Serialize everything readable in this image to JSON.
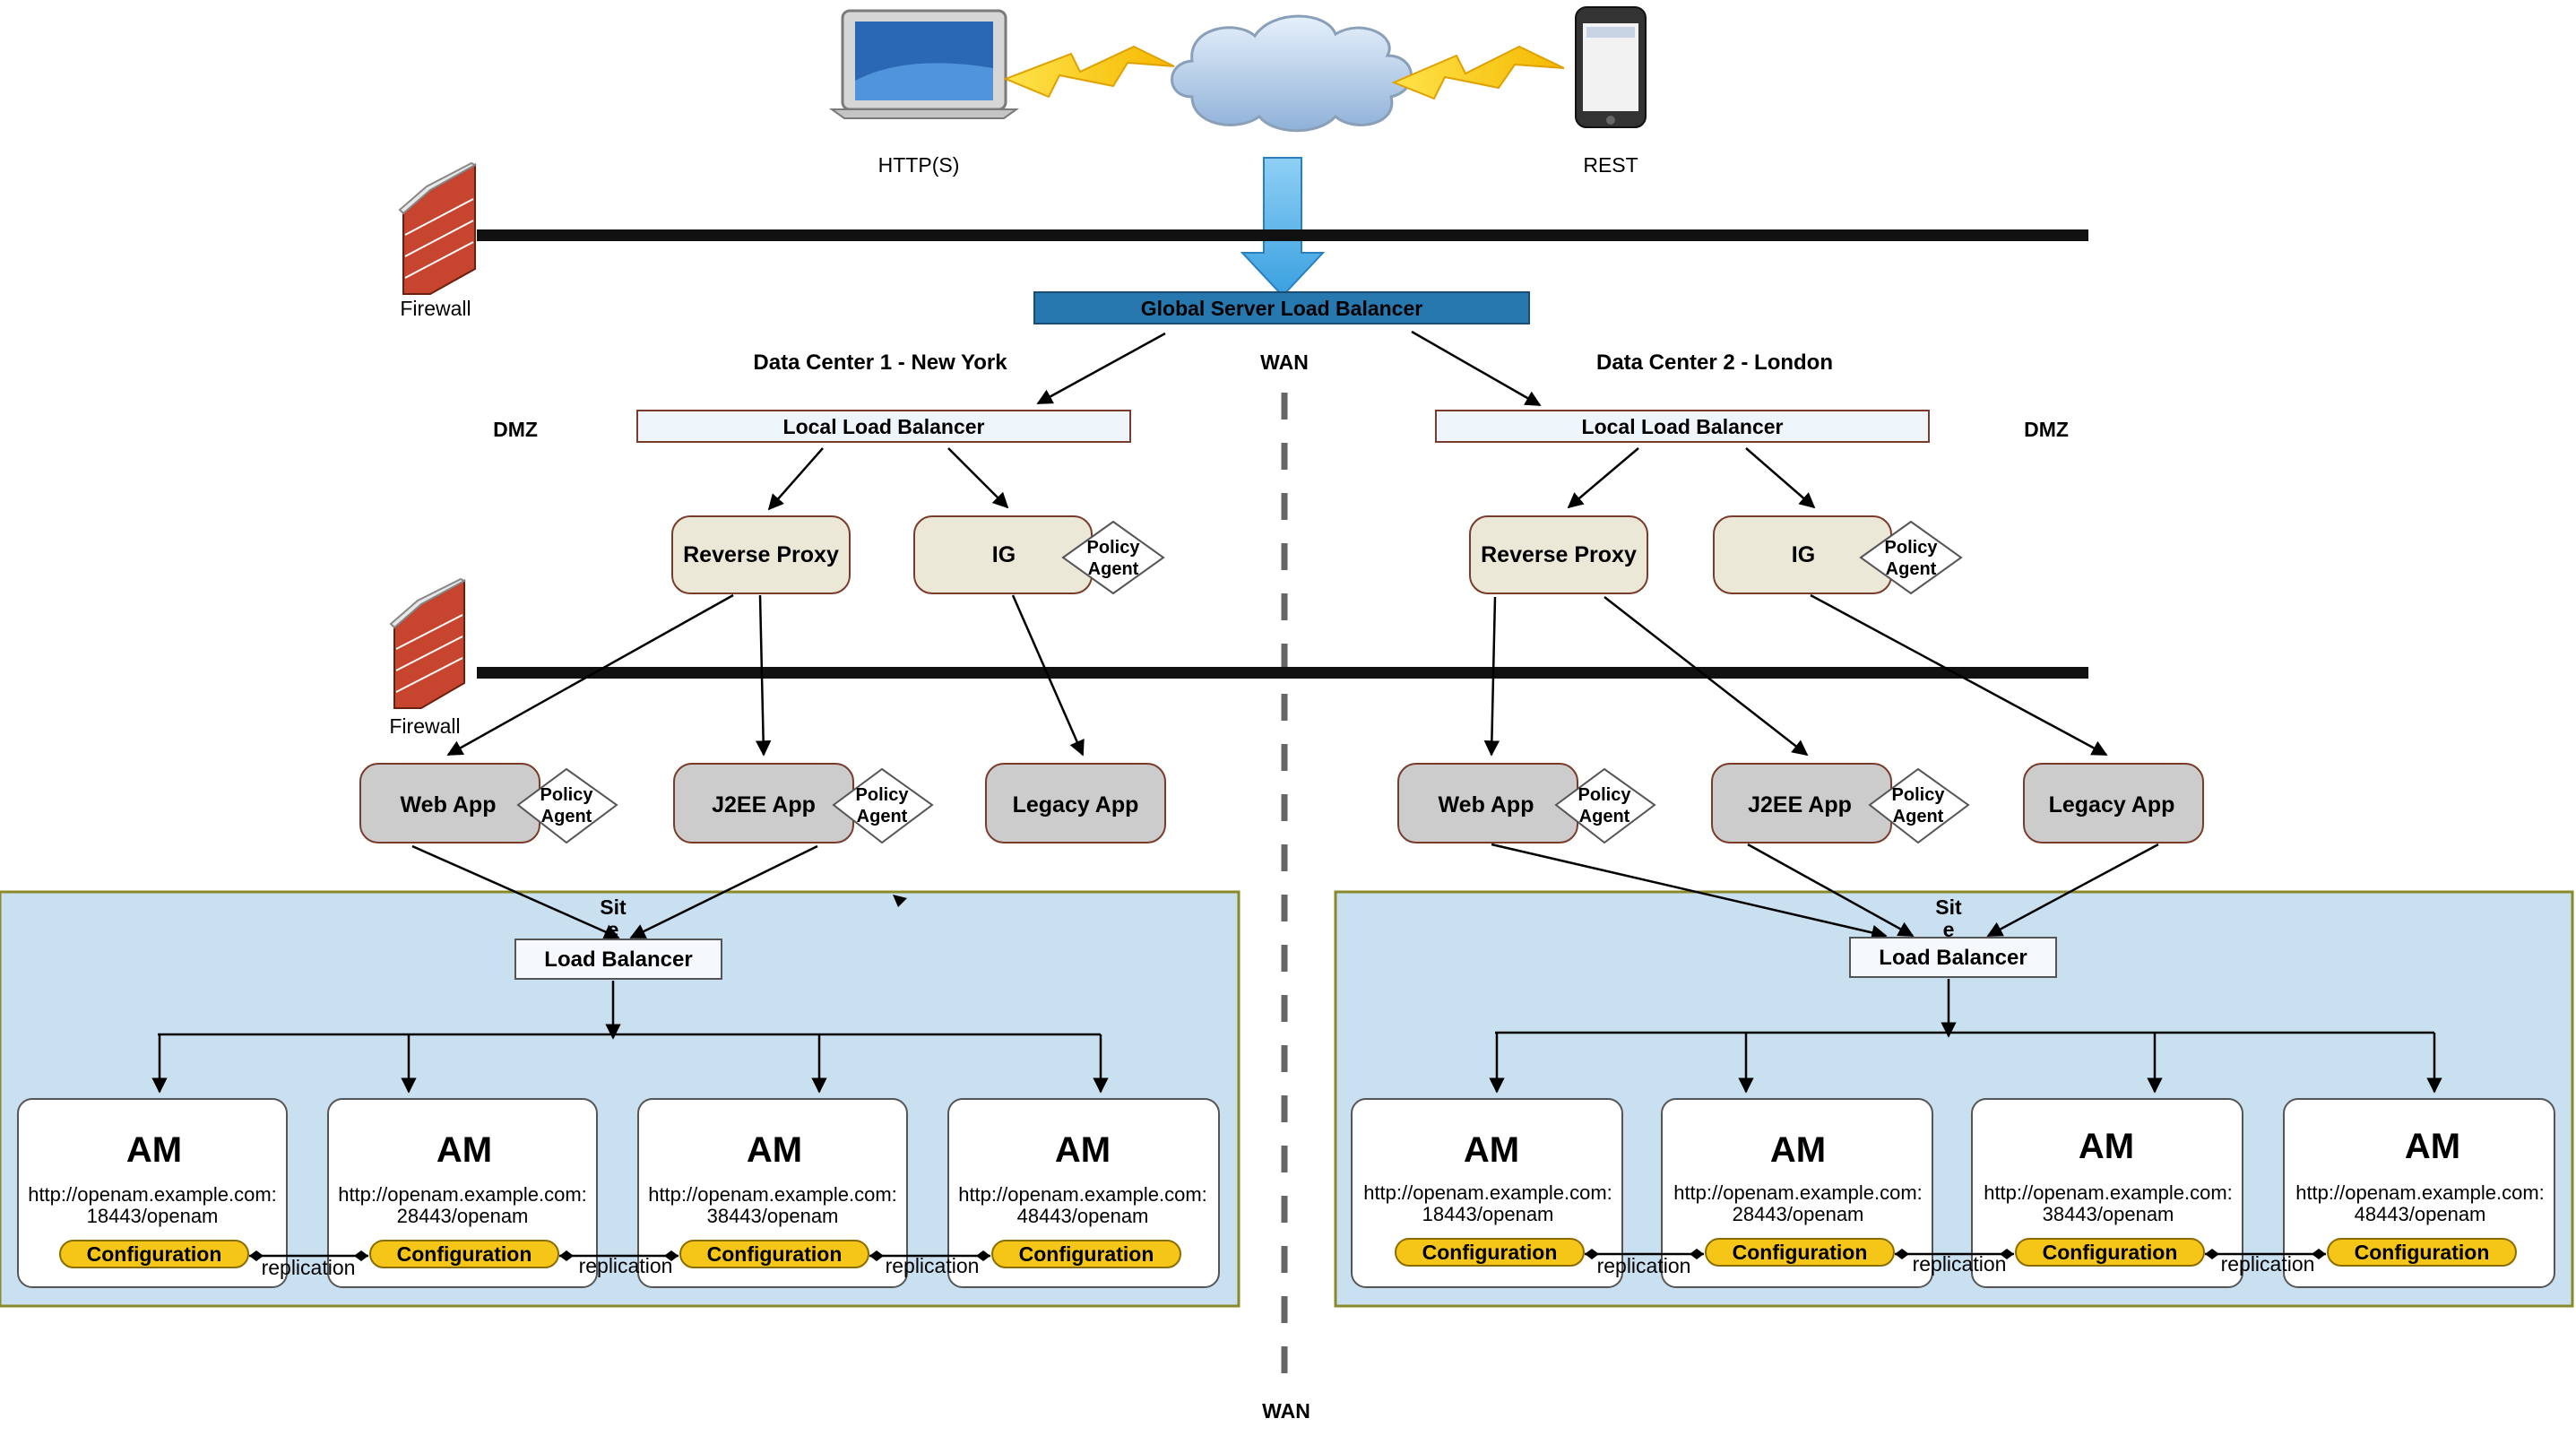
{
  "clients": {
    "http_label": "HTTP(S)",
    "rest_label": "REST"
  },
  "firewalls": [
    "Firewall",
    "Firewall"
  ],
  "global_lb": "Global Server Load Balancer",
  "wan_label": "WAN",
  "dmz_label": "DMZ",
  "policy_agent": [
    "Policy",
    "Agent"
  ],
  "colors": {
    "gslb": "#2878b0",
    "site_bg": "#c9e0f0",
    "site_border": "#8a8a2a",
    "proxy_fill": "#ece8d8",
    "app_fill": "#cccccc",
    "config_fill": "#f5c518",
    "lb_fill": "#eef6fc"
  },
  "datacenters": [
    {
      "title": "Data Center 1 - New York",
      "local_lb": "Local Load Balancer",
      "reverse_proxy": "Reverse Proxy",
      "ig": "IG",
      "apps": [
        "Web App",
        "J2EE App",
        "Legacy App"
      ],
      "site_label_a": "Sit",
      "site_label_b": "e",
      "site_lb": "Load Balancer",
      "am_nodes": [
        {
          "title": "AM",
          "url1": "http://openam.example.com:",
          "url2": "18443/openam",
          "config": "Configuration"
        },
        {
          "title": "AM",
          "url1": "http://openam.example.com:",
          "url2": "28443/openam",
          "config": "Configuration"
        },
        {
          "title": "AM",
          "url1": "http://openam.example.com:",
          "url2": "38443/openam",
          "config": "Configuration"
        },
        {
          "title": "AM",
          "url1": "http://openam.example.com:",
          "url2": "48443/openam",
          "config": "Configuration"
        }
      ],
      "replication": [
        "replication",
        "replication",
        "replication"
      ]
    },
    {
      "title": "Data Center 2 - London",
      "local_lb": "Local Load Balancer",
      "reverse_proxy": "Reverse Proxy",
      "ig": "IG",
      "apps": [
        "Web App",
        "J2EE App",
        "Legacy App"
      ],
      "site_label_a": "Sit",
      "site_label_b": "e",
      "site_lb": "Load Balancer",
      "am_nodes": [
        {
          "title": "AM",
          "url1": "http://openam.example.com:",
          "url2": "18443/openam",
          "config": "Configuration"
        },
        {
          "title": "AM",
          "url1": "http://openam.example.com:",
          "url2": "28443/openam",
          "config": "Configuration"
        },
        {
          "title": "AM",
          "url1": "http://openam.example.com:",
          "url2": "38443/openam",
          "config": "Configuration"
        },
        {
          "title": "AM",
          "url1": "http://openam.example.com:",
          "url2": "48443/openam",
          "config": "Configuration"
        }
      ],
      "replication": [
        "replication",
        "replication",
        "replication"
      ]
    }
  ]
}
